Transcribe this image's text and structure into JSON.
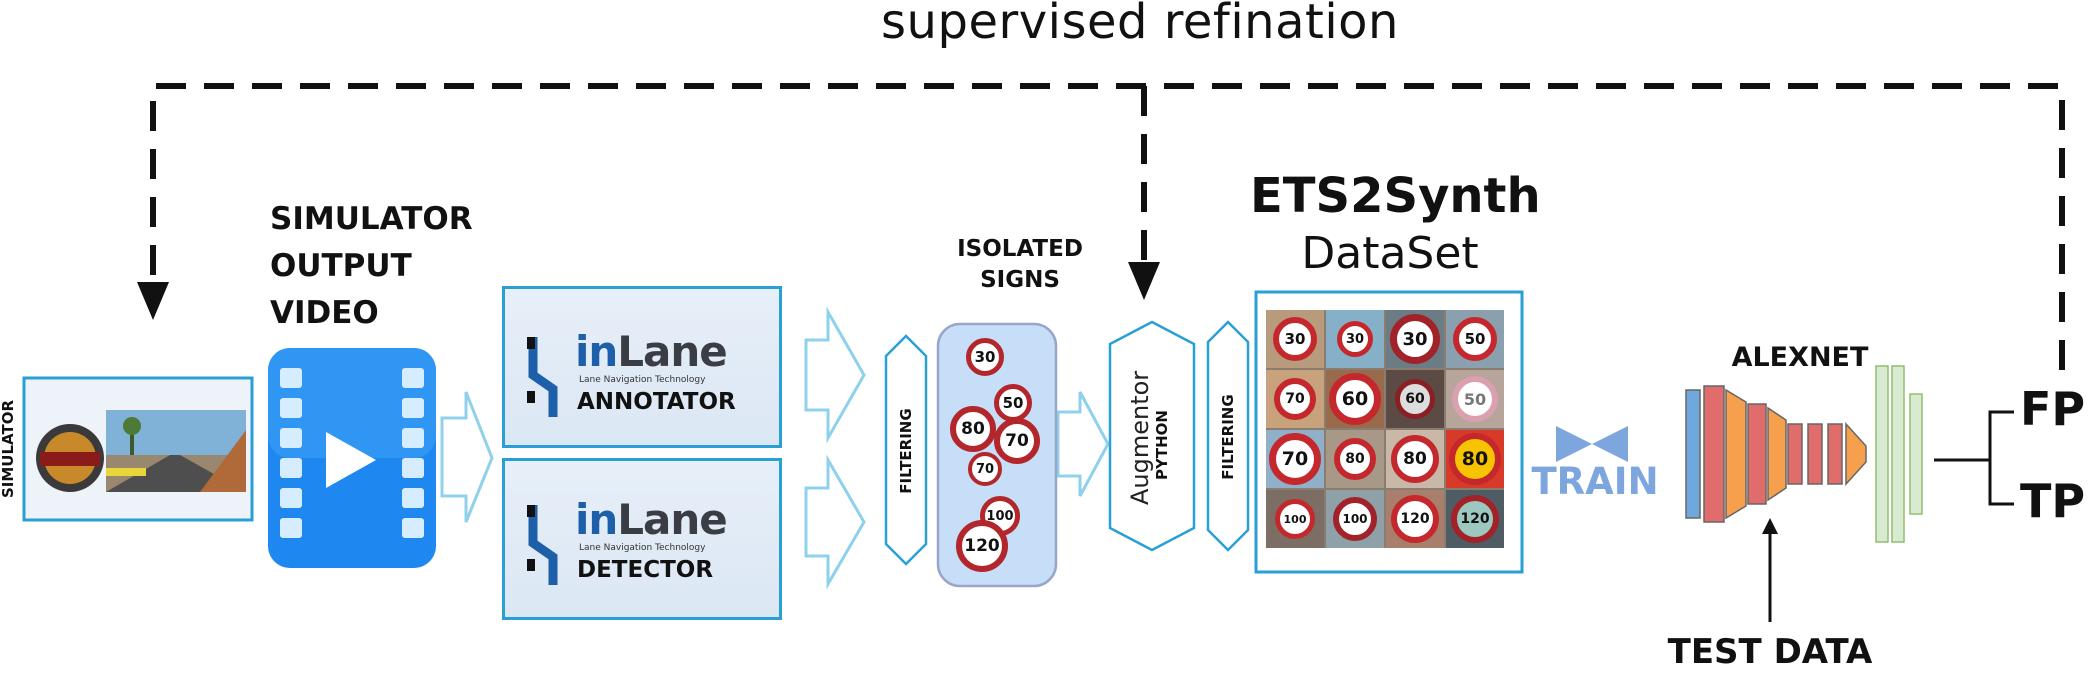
{
  "title": "supervised refination",
  "simulator": {
    "side_label": "SIMULATOR",
    "output_label": [
      "SIMULATOR",
      "OUTPUT",
      "VIDEO"
    ]
  },
  "inlane": {
    "brand_in": "in",
    "brand_lane": "Lane",
    "tagline": "Lane Navigation Technology",
    "annotator": "ANNOTATOR",
    "detector": "DETECTOR"
  },
  "filtering_label": "FILTERING",
  "isolated_signs": [
    "ISOLATED",
    "SIGNS"
  ],
  "isolated_sign_values": [
    "30",
    "50",
    "80",
    "70",
    "70",
    "100",
    "120"
  ],
  "augmentor": {
    "name": "Augmentor",
    "lang": "PYTHON"
  },
  "dataset": {
    "title": "ETS2Synth",
    "subtitle": "DataSet",
    "grid": [
      [
        "30",
        "30",
        "30",
        "50"
      ],
      [
        "70",
        "60",
        "60",
        "50"
      ],
      [
        "70",
        "80",
        "80",
        "80"
      ],
      [
        "100",
        "100",
        "120",
        "120"
      ]
    ]
  },
  "train_label": "TRAIN",
  "network": "ALEXNET",
  "outputs": {
    "fp": "FP",
    "tp": "TP"
  },
  "test_data": "TEST DATA",
  "colors": {
    "box_border": "#2a9fd6",
    "arrow_outline": "#8fd0ea",
    "video_blue": "#1e88f0",
    "train_blue": "#7ea6de",
    "layer_blue": "#6fa8dc",
    "layer_orange": "#f6a04d",
    "layer_red": "#e06c6c",
    "layer_green": "#d9ead3"
  }
}
